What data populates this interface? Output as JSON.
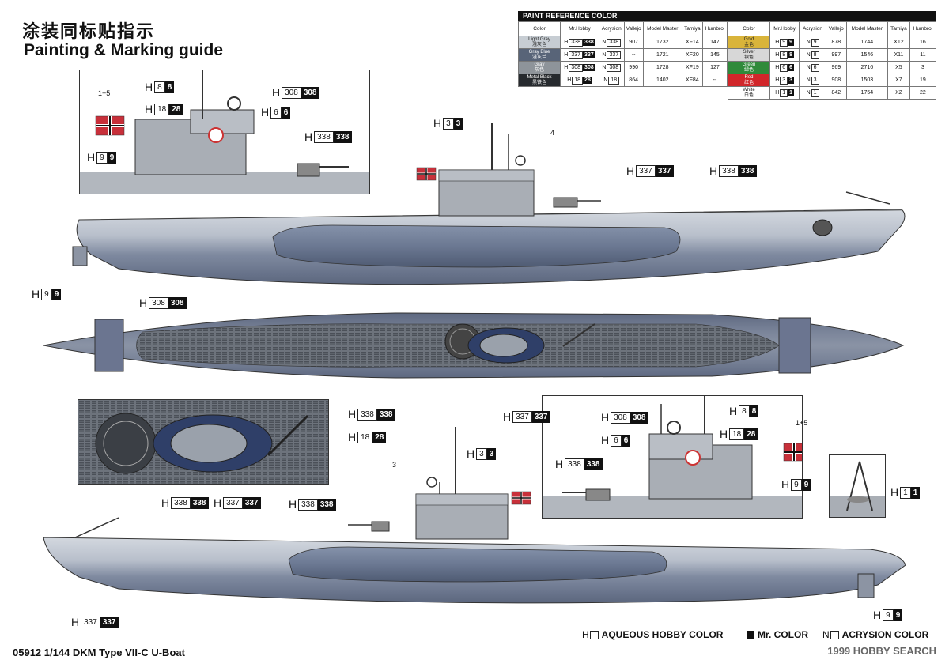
{
  "title_cn": "涂装同标贴指示",
  "title_en": "Painting & Marking guide",
  "paint_table": {
    "header": "PAINT REFERENCE COLOR",
    "columns": [
      "Color",
      "Mr.Hobby",
      "Acrysion",
      "Vallejo",
      "Model Master",
      "Tamiya",
      "Humbrol"
    ],
    "left_rows": [
      {
        "name": "Light Gray",
        "name_cn": "淺灰色",
        "swatch": "#c7cdd3",
        "text": "#222",
        "h": "338",
        "hk": "338",
        "n": "338",
        "vallejo": "907",
        "mm": "1732",
        "tamiya": "XF14",
        "humbrol": "147"
      },
      {
        "name": "Gray Blue",
        "name_cn": "淺灰兰",
        "swatch": "#586478",
        "text": "#fff",
        "h": "337",
        "hk": "337",
        "n": "337",
        "vallejo": "--",
        "mm": "1721",
        "tamiya": "XF20",
        "humbrol": "145"
      },
      {
        "name": "Gray",
        "name_cn": "灰色",
        "swatch": "#8e949a",
        "text": "#fff",
        "h": "308",
        "hk": "308",
        "n": "308",
        "vallejo": "990",
        "mm": "1728",
        "tamiya": "XF19",
        "humbrol": "127"
      },
      {
        "name": "Metal Black",
        "name_cn": "黑铁色",
        "swatch": "#262a2e",
        "text": "#fff",
        "h": "18",
        "hk": "28",
        "n": "18",
        "vallejo": "864",
        "mm": "1402",
        "tamiya": "XF84",
        "humbrol": "--"
      }
    ],
    "right_rows": [
      {
        "name": "Gold",
        "name_cn": "金色",
        "swatch": "#d9b43a",
        "text": "#222",
        "h": "9",
        "hk": "9",
        "n": "9",
        "vallejo": "878",
        "mm": "1744",
        "tamiya": "X12",
        "humbrol": "16"
      },
      {
        "name": "Silver",
        "name_cn": "银色",
        "swatch": "#d7d7d7",
        "text": "#222",
        "h": "8",
        "hk": "8",
        "n": "8",
        "vallejo": "997",
        "mm": "1546",
        "tamiya": "X11",
        "humbrol": "11"
      },
      {
        "name": "Green",
        "name_cn": "绿色",
        "swatch": "#2f8a3a",
        "text": "#fff",
        "h": "6",
        "hk": "6",
        "n": "6",
        "vallejo": "969",
        "mm": "2716",
        "tamiya": "X5",
        "humbrol": "3"
      },
      {
        "name": "Red",
        "name_cn": "红色",
        "swatch": "#d1262a",
        "text": "#fff",
        "h": "3",
        "hk": "3",
        "n": "3",
        "vallejo": "908",
        "mm": "1503",
        "tamiya": "X7",
        "humbrol": "19"
      },
      {
        "name": "White",
        "name_cn": "白色",
        "swatch": "#ffffff",
        "text": "#222",
        "h": "1",
        "hk": "1",
        "n": "1",
        "vallejo": "842",
        "mm": "1754",
        "tamiya": "X2",
        "humbrol": "22"
      }
    ]
  },
  "callouts": {
    "c1": {
      "w": "8",
      "k": "8"
    },
    "c2": {
      "w": "308",
      "k": "308"
    },
    "c3": {
      "w": "18",
      "k": "28"
    },
    "c4": {
      "w": "6",
      "k": "6"
    },
    "c5": {
      "w": "338",
      "k": "338"
    },
    "c6": {
      "w": "9",
      "k": "9"
    },
    "c7": {
      "w": "3",
      "k": "3"
    },
    "c8": {
      "w": "337",
      "k": "337"
    },
    "c9": {
      "w": "338",
      "k": "338"
    },
    "c10": {
      "w": "9",
      "k": "9"
    },
    "c11": {
      "w": "308",
      "k": "308"
    },
    "c12": {
      "w": "337",
      "k": "337"
    },
    "c13": {
      "w": "338",
      "k": "338"
    },
    "c14": {
      "w": "18",
      "k": "28"
    },
    "c15": {
      "w": "338",
      "k": "338"
    },
    "c16": {
      "w": "337",
      "k": "337"
    },
    "c17": {
      "w": "338",
      "k": "338"
    },
    "c18": {
      "w": "3",
      "k": "3"
    },
    "c19": {
      "w": "308",
      "k": "308"
    },
    "c20": {
      "w": "8",
      "k": "8"
    },
    "c21": {
      "w": "6",
      "k": "6"
    },
    "c22": {
      "w": "18",
      "k": "28"
    },
    "c23": {
      "w": "338",
      "k": "338"
    },
    "c24": {
      "w": "9",
      "k": "9"
    },
    "c25": {
      "w": "1",
      "k": "1"
    },
    "c26": {
      "w": "337",
      "k": "337"
    },
    "c27": {
      "w": "9",
      "k": "9"
    }
  },
  "callout_letter": "H",
  "numbers": {
    "n15a": "1+5",
    "n4": "4",
    "n3": "3",
    "n15b": "1+5"
  },
  "legend": {
    "aqueous": "AQUEOUS HOBBY COLOR",
    "mr": "Mr. COLOR",
    "acrysion": "ACRYSION COLOR",
    "h": "H",
    "n": "N"
  },
  "footer": "05912 1/144 DKM Type VII-C U-Boat",
  "watermark": "1999 HOBBY SEARCH",
  "colors": {
    "hull_top": "#c9ced6",
    "hull_mid": "#8d97aa",
    "hull_bottom": "#5d6a82",
    "deck": "#6f7580",
    "tower": "#a9aeb5"
  }
}
